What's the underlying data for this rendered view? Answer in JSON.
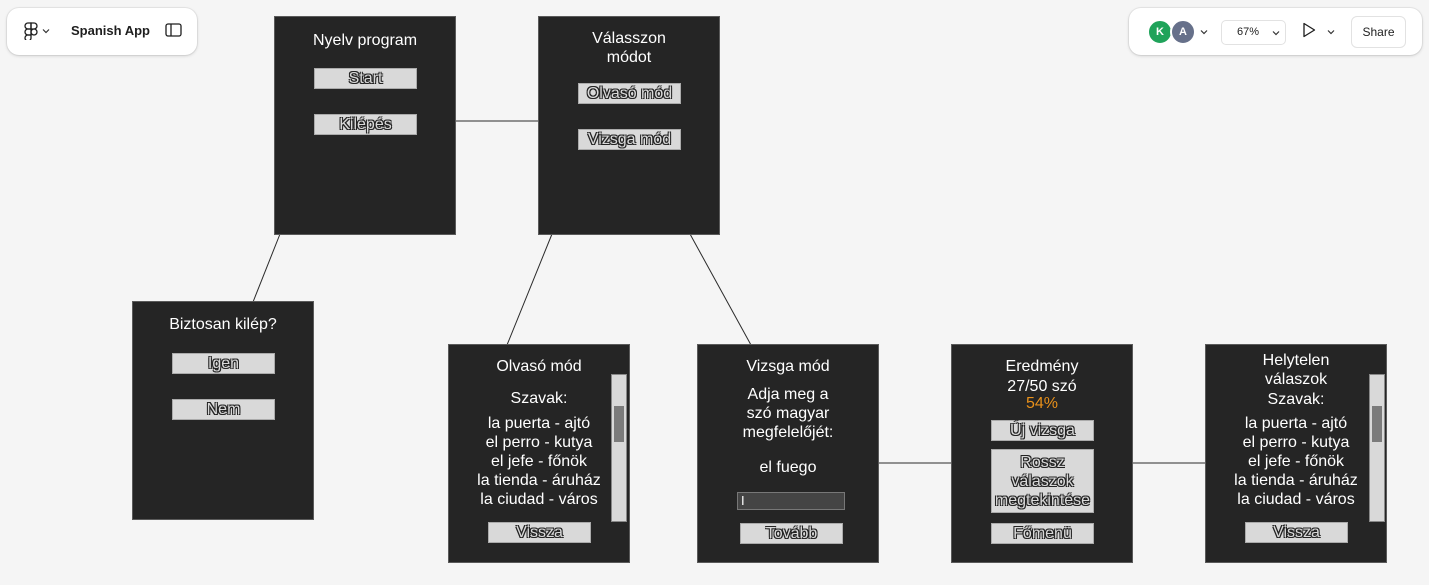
{
  "app": {
    "file_name": "Spanish App",
    "zoom_label": "67%",
    "share_label": "Share",
    "avatars": [
      {
        "initial": "K",
        "color": "#1fa35a"
      },
      {
        "initial": "A",
        "color": "#66708a"
      }
    ],
    "icons": [
      "figma-logo-icon",
      "chevron-down-icon",
      "sidebar-toggle-icon",
      "play-icon"
    ]
  },
  "frames": {
    "main_menu": {
      "title": "Nyelv program",
      "buttons": [
        "Start",
        "Kilépés"
      ]
    },
    "mode_select": {
      "title": "Válasszon módot",
      "buttons": [
        "Olvasó mód",
        "Vizsga mód"
      ]
    },
    "confirm_exit": {
      "title": "Biztosan kilép?",
      "buttons": [
        "Igen",
        "Nem"
      ]
    },
    "reader": {
      "title": "Olvasó mód",
      "subtitle": "Szavak:",
      "words": [
        "la puerta - ajtó",
        "el perro - kutya",
        "el jefe - főnök",
        "la tienda - áruház",
        "la ciudad - város"
      ],
      "back_button": "Vissza"
    },
    "exam": {
      "title": "Vizsga mód",
      "prompt": "Adja meg a szó magyar megfelelőjét:",
      "word": "el fuego",
      "input_value": "I",
      "next_button": "Tovább"
    },
    "result": {
      "title": "Eredmény",
      "score": "27/50 szó",
      "percent": "54%",
      "buttons": [
        "Új vizsga",
        "Rossz válaszok megtekintése",
        "Főmenü"
      ]
    },
    "wrong_answers": {
      "title": "Helytelen válaszok",
      "subtitle": "Szavak:",
      "words": [
        "la puerta - ajtó",
        "el perro - kutya",
        "el jefe - főnök",
        "la tienda - áruház",
        "la ciudad - város"
      ],
      "back_button": "Vissza"
    }
  },
  "colors": {
    "canvas": "#f5f5f5",
    "frame": "#252525",
    "button": "#d9d9d9",
    "accent": "#e8901a"
  }
}
